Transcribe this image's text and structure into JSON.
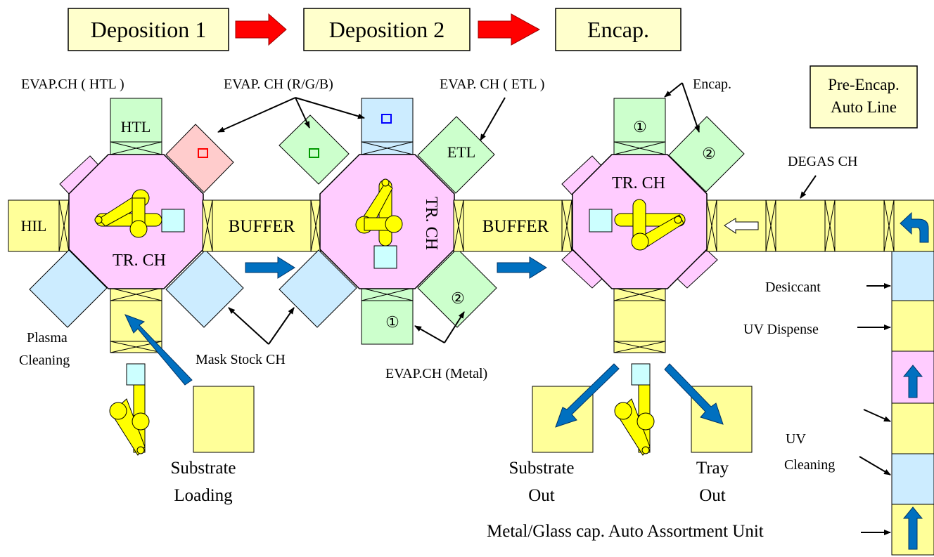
{
  "stages": [
    "Deposition 1",
    "Deposition 2",
    "Encap."
  ],
  "pre_encap": {
    "line1": "Pre-Encap.",
    "line2": "Auto Line"
  },
  "labels": {
    "evap_htl": "EVAP.CH ( HTL )",
    "evap_rgb": "EVAP. CH (R/G/B)",
    "evap_etl": "EVAP. CH ( ETL )",
    "encap": "Encap.",
    "degas": "DEGAS CH",
    "htl": "HTL",
    "etl": "ETL",
    "hil": "HIL",
    "buffer1": "BUFFER",
    "buffer2": "BUFFER",
    "tr_ch_1": "TR. CH",
    "tr_ch_2": "TR. CH",
    "tr_ch_3": "TR. CH",
    "plasma1": "Plasma",
    "plasma2": "Cleaning",
    "mask_stock": "Mask Stock CH",
    "evap_metal": "EVAP.CH (Metal)",
    "substrate_loading1": "Substrate",
    "substrate_loading2": "Loading",
    "substrate_out1": "Substrate",
    "substrate_out2": "Out",
    "tray_out1": "Tray",
    "tray_out2": "Out",
    "desiccant": "Desiccant",
    "uv_dispense": "UV Dispense",
    "uv_cleaning1": "UV",
    "uv_cleaning2": "Cleaning",
    "assortment": "Metal/Glass cap. Auto Assortment Unit",
    "circ1_metal": "①",
    "circ2_metal": "②",
    "circ1_encap": "①",
    "circ2_encap": "②"
  },
  "colors": {
    "yellow": "#FFFF99",
    "pink": "#FFCCFF",
    "green": "#CCFFCC",
    "blue": "#CCECFF",
    "red_ch": "#FFCCCC",
    "arrow_red": "#FF0000",
    "arrow_blue": "#0070C0",
    "robot": "#FFFF00"
  }
}
